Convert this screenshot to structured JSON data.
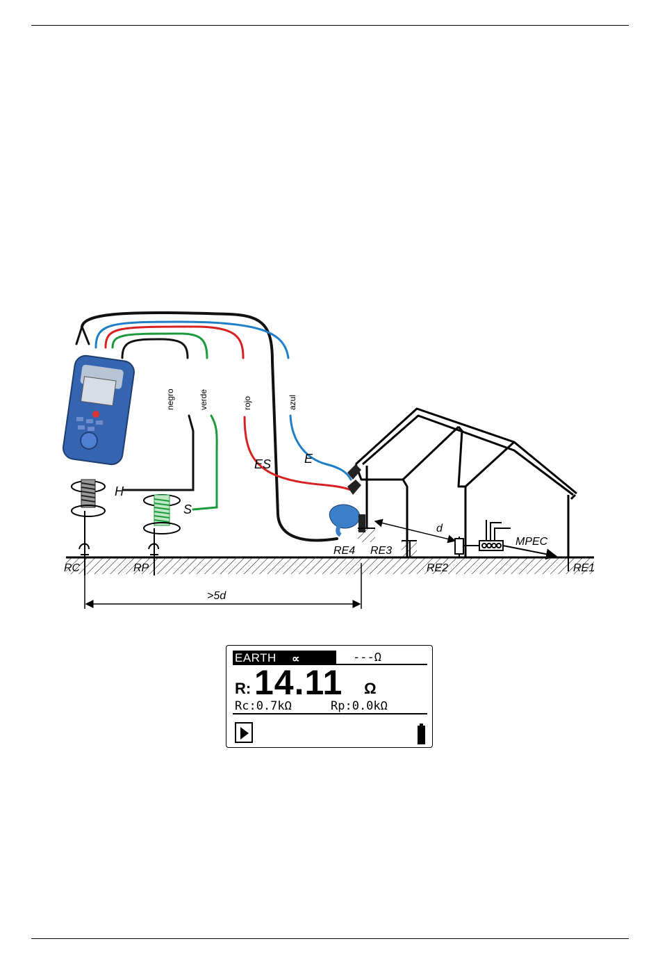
{
  "diagram": {
    "wire_labels": [
      "negro",
      "verde",
      "rojo",
      "azul"
    ],
    "terminals": [
      "H",
      "S",
      "ES",
      "E"
    ],
    "resistances": [
      "RC",
      "RP",
      "RE4",
      "RE3",
      "RE2",
      "RE1"
    ],
    "distance_d": "d",
    "distance_min": ">5d",
    "mpec": "MPEC",
    "colors": {
      "negro": "#111111",
      "verde": "#1a9a3a",
      "rojo": "#d92020",
      "azul": "#1e7fc8",
      "instrument": "#2f5fa8"
    }
  },
  "display": {
    "mode": "EARTH",
    "mode_icon": "clamp-icon",
    "limit": "---Ω",
    "r_label": "R:",
    "r_value": "14.11",
    "r_unit": "Ω",
    "rc": "Rc:0.7kΩ",
    "rp": "Rp:0.0kΩ"
  }
}
